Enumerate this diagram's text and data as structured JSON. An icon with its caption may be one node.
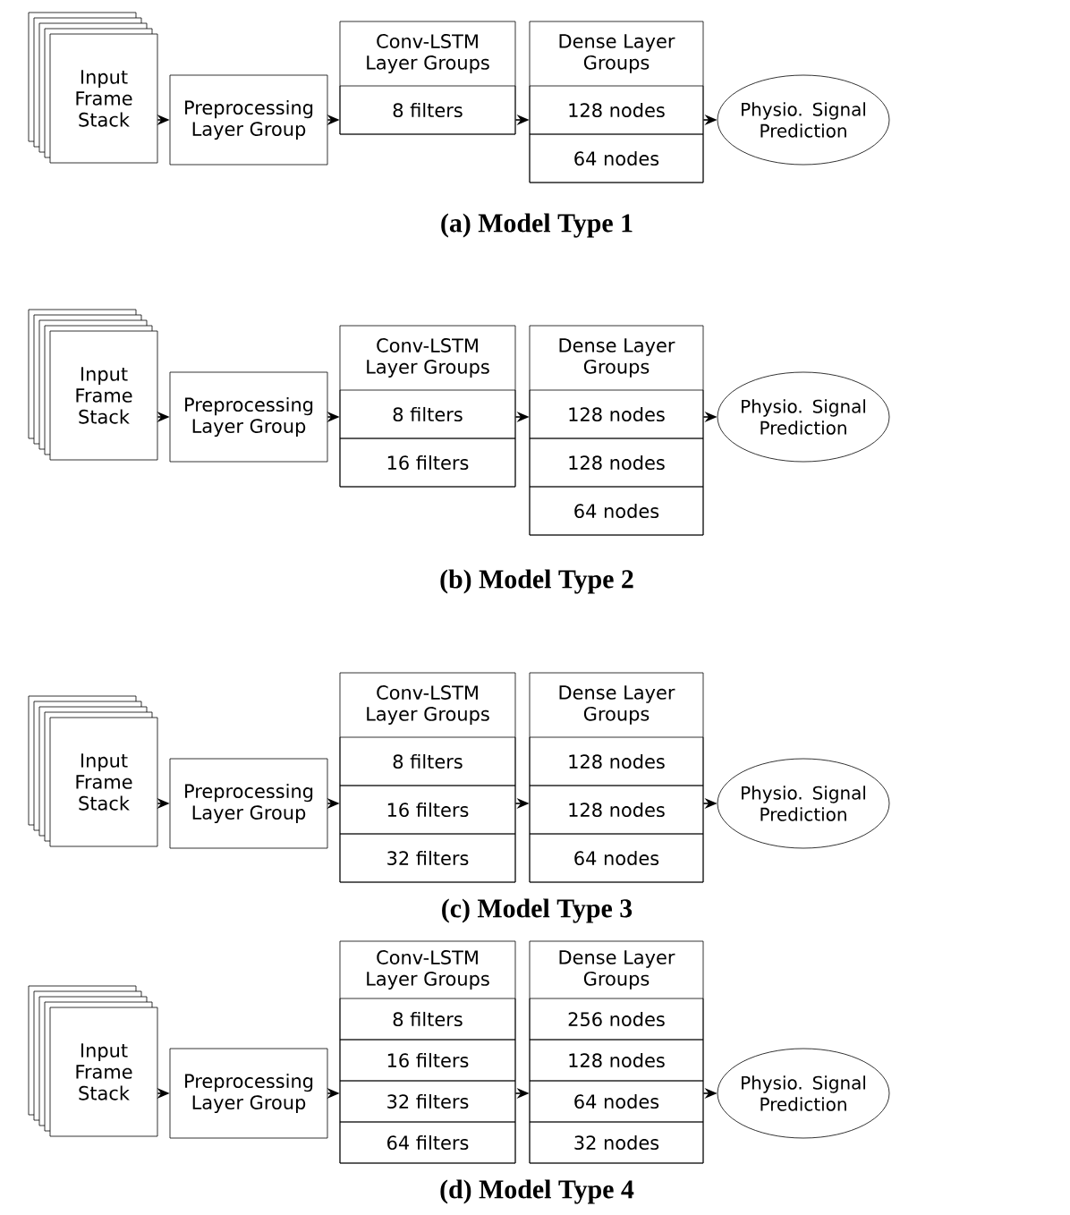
{
  "diagram": {
    "nodes": [
      {
        "text": [
          "Input Frame Stack"
        ]
      },
      {
        "text": [
          "Preprocessing Layer Group"
        ]
      },
      {
        "text": [
          "Conv-LSTM Layer Groups"
        ]
      },
      {
        "text": [
          "8 filters"
        ],
        "in": 2
      },
      {
        "text": [
          "Dense Layer Groups"
        ]
      },
      {
        "text": [
          "128 nodes"
        ],
        "in": 4
      },
      {
        "text": [
          "64 nodes"
        ],
        "in": 4
      },
      {
        "text": [
          "Physio. Signal Prediction"
        ]
      },
      {
        "text": [
          "Input Frame Stack"
        ]
      },
      {
        "text": [
          "Preprocessing Layer Group"
        ]
      },
      {
        "text": [
          "Conv-LSTM Layer Groups"
        ]
      },
      {
        "text": [
          "8 filters"
        ],
        "in": 10
      },
      {
        "text": [
          "16 filters"
        ],
        "in": 10
      },
      {
        "text": [
          "Dense Layer Groups"
        ]
      },
      {
        "text": [
          "128 nodes"
        ],
        "in": 13
      },
      {
        "text": [
          "128 nodes"
        ],
        "in": 13
      },
      {
        "text": [
          "64 nodes"
        ],
        "in": 13
      },
      {
        "text": [
          "Physio. Signal Prediction"
        ]
      },
      {
        "text": [
          "Input Frame Stack"
        ]
      },
      {
        "text": [
          "Preprocessing Layer Group"
        ]
      },
      {
        "text": [
          "Conv-LSTM Layer Groups"
        ]
      },
      {
        "text": [
          "8 filters"
        ],
        "in": 20
      },
      {
        "text": [
          "16 filters"
        ],
        "in": 20
      },
      {
        "text": [
          "32 filters"
        ],
        "in": 20
      },
      {
        "text": [
          "Dense Layer Groups"
        ]
      },
      {
        "text": [
          "128 nodes"
        ],
        "in": 24
      },
      {
        "text": [
          "128 nodes"
        ],
        "in": 24
      },
      {
        "text": [
          "64 nodes"
        ],
        "in": 24
      },
      {
        "text": [
          "Physio. Signal Prediction"
        ]
      },
      {
        "text": [
          "Input Frame Stack"
        ]
      },
      {
        "text": [
          "Preprocessing Layer Group"
        ]
      },
      {
        "text": [
          "Conv-LSTM Layer Groups"
        ]
      },
      {
        "text": [
          "8 filters"
        ],
        "in": 31
      },
      {
        "text": [
          "16 filters"
        ],
        "in": 31
      },
      {
        "text": [
          "32 filters"
        ],
        "in": 31
      },
      {
        "text": [
          "64 filters"
        ],
        "in": 31
      },
      {
        "text": [
          "Dense Layer Groups"
        ]
      },
      {
        "text": [
          "256 nodes"
        ],
        "in": 36
      },
      {
        "text": [
          "128 nodes"
        ],
        "in": 36
      },
      {
        "text": [
          "64 nodes"
        ],
        "in": 36
      },
      {
        "text": [
          "32 nodes"
        ],
        "in": 36
      },
      {
        "text": [
          "Physio. Signal Prediction"
        ]
      }
    ],
    "edges": [
      {
        "from": 0,
        "to": 1,
        "arrow": "to"
      },
      {
        "from": 1,
        "to": 2,
        "arrow": "to"
      },
      {
        "from": 2,
        "to": 4,
        "arrow": "to"
      },
      {
        "from": 4,
        "to": 7,
        "arrow": "to"
      },
      {
        "from": 8,
        "to": 9,
        "arrow": "to"
      },
      {
        "from": 9,
        "to": 10,
        "arrow": "to"
      },
      {
        "from": 10,
        "to": 13,
        "arrow": "to"
      },
      {
        "from": 13,
        "to": 17,
        "arrow": "to"
      },
      {
        "from": 18,
        "to": 19,
        "arrow": "to"
      },
      {
        "from": 19,
        "to": 20,
        "arrow": "to"
      },
      {
        "from": 20,
        "to": 24,
        "arrow": "to"
      },
      {
        "from": 24,
        "to": 28,
        "arrow": "to"
      },
      {
        "from": 29,
        "to": 30,
        "arrow": "to"
      },
      {
        "from": 30,
        "to": 31,
        "arrow": "to"
      },
      {
        "from": 31,
        "to": 36,
        "arrow": "to"
      },
      {
        "from": 36,
        "to": 41,
        "arrow": "to"
      }
    ],
    "labels": [
      "(a) Model Type 1",
      "(b) Model Type 2",
      "(c) Model Type 3",
      "(d) Model Type 4"
    ]
  }
}
